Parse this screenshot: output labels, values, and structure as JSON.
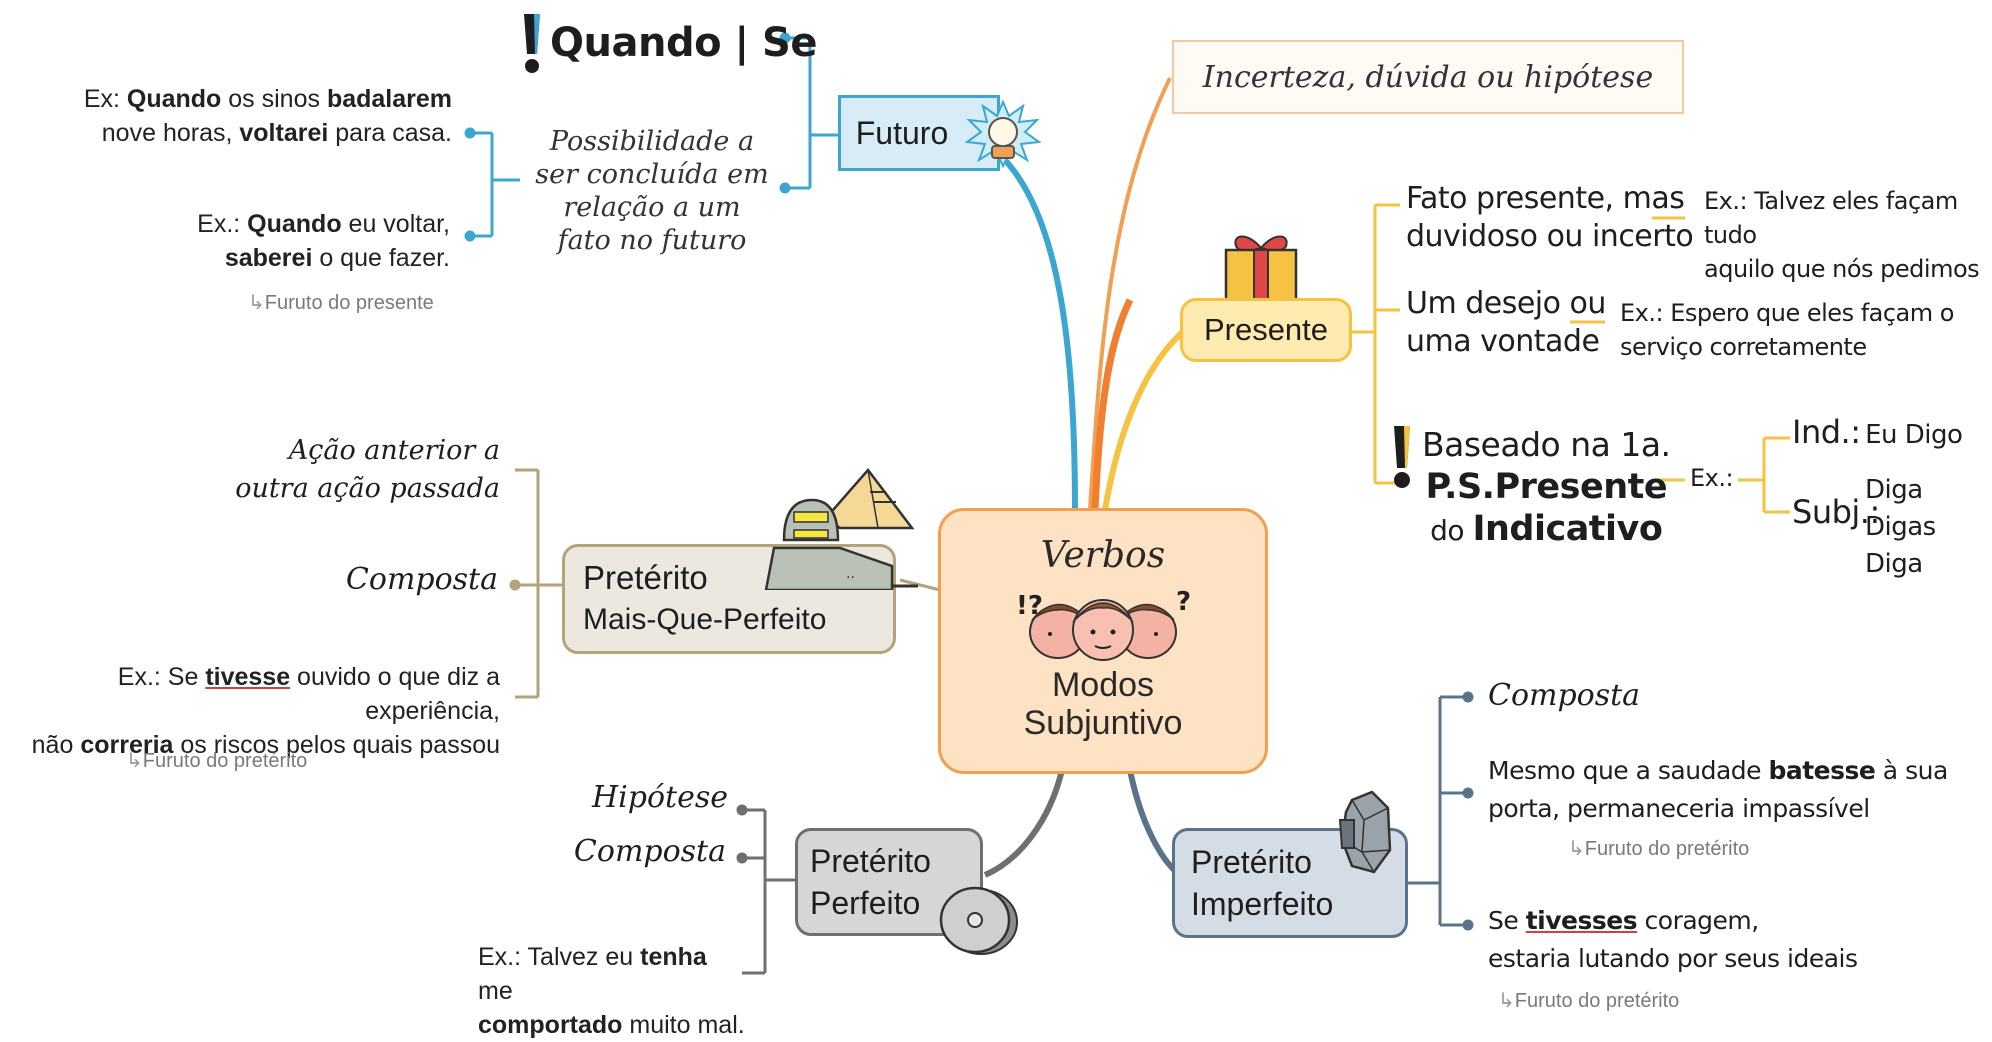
{
  "center": {
    "title": "Verbos",
    "line1": "Modos",
    "line2": "Subjuntivo"
  },
  "futuro": {
    "label": "Futuro",
    "heading": "Quando | Se",
    "desc": [
      "Possibilidade a",
      "ser concluída em",
      "relação a um",
      "fato no futuro"
    ],
    "ex1": {
      "p1": "Ex: ",
      "b1": "Quando",
      "p2": " os sinos ",
      "b2": "badalarem",
      "p3": "nove horas, ",
      "b3": "voltarei",
      "p4": " para casa."
    },
    "ex2": {
      "p1": "Ex.: ",
      "b1": "Quando",
      "p2": " eu voltar,",
      "b2": "saberei",
      "p3": " o que fazer."
    },
    "note": "Furuto do presente"
  },
  "incerteza": "Incerteza, dúvida ou hipótese",
  "presente": {
    "label": "Presente",
    "item1": {
      "l1": "Fato presente, mas",
      "l2": "duvidoso ou incerto",
      "ex1": "Ex.: Talvez eles façam tudo",
      "ex2": "aquilo que nós pedimos"
    },
    "item2": {
      "l1": "Um desejo ou",
      "l2": "uma vontade",
      "ex1": "Ex.: Espero que eles façam o",
      "ex2": "serviço corretamente"
    },
    "item3": {
      "l1": "Baseado na 1a.",
      "l2": "P.S.Presente",
      "l3a": "do ",
      "l3b": "Indicativo",
      "ex": "Ex.:",
      "ind_label": "Ind.:",
      "ind_value": "Eu Digo",
      "subj_label": "Subj.:",
      "subj_values": [
        "Diga",
        "Digas",
        "Diga"
      ]
    }
  },
  "mais": {
    "l1": "Pretérito",
    "l2": "Mais-Que-Perfeito",
    "item1": [
      "Ação anterior a",
      "outra ação passada"
    ],
    "item2": "Composta",
    "ex": {
      "p1": "Ex.: Se ",
      "b1": "tivesse",
      "p2": " ouvido o que diz a experiência,",
      "p3": "não ",
      "b2": "correria",
      "p4": " os riscos pelos quais passou"
    },
    "note": "Furuto do pretérito"
  },
  "perfeito": {
    "l1": "Pretérito",
    "l2": "Perfeito",
    "item1": "Hipótese",
    "item2": "Composta",
    "ex": {
      "p1": "Ex.: Talvez eu ",
      "b1": "tenha",
      "p2": " me",
      "b2": "comportado",
      "p3": " muito mal."
    }
  },
  "imperfeito": {
    "l1": "Pretérito",
    "l2": "Imperfeito",
    "item1": "Composta",
    "ex1": {
      "p1": "Mesmo que a saudade ",
      "b1": "batesse",
      "p2": " à sua",
      "p3": "porta, permaneceria impassível"
    },
    "note1": "Furuto do pretérito",
    "ex2": {
      "p1": "Se ",
      "b1": "tivesses",
      "p2": " coragem,",
      "p3": "estaria lutando por seus ideais"
    },
    "note2": "Furuto do pretérito"
  },
  "colors": {
    "futuro": "#3ba6d0",
    "presente": "#f5c242",
    "orange": "#f0a050",
    "mais": "#b3a27a",
    "perfeito": "#6f6f6f",
    "imperfeito": "#5b7389"
  }
}
